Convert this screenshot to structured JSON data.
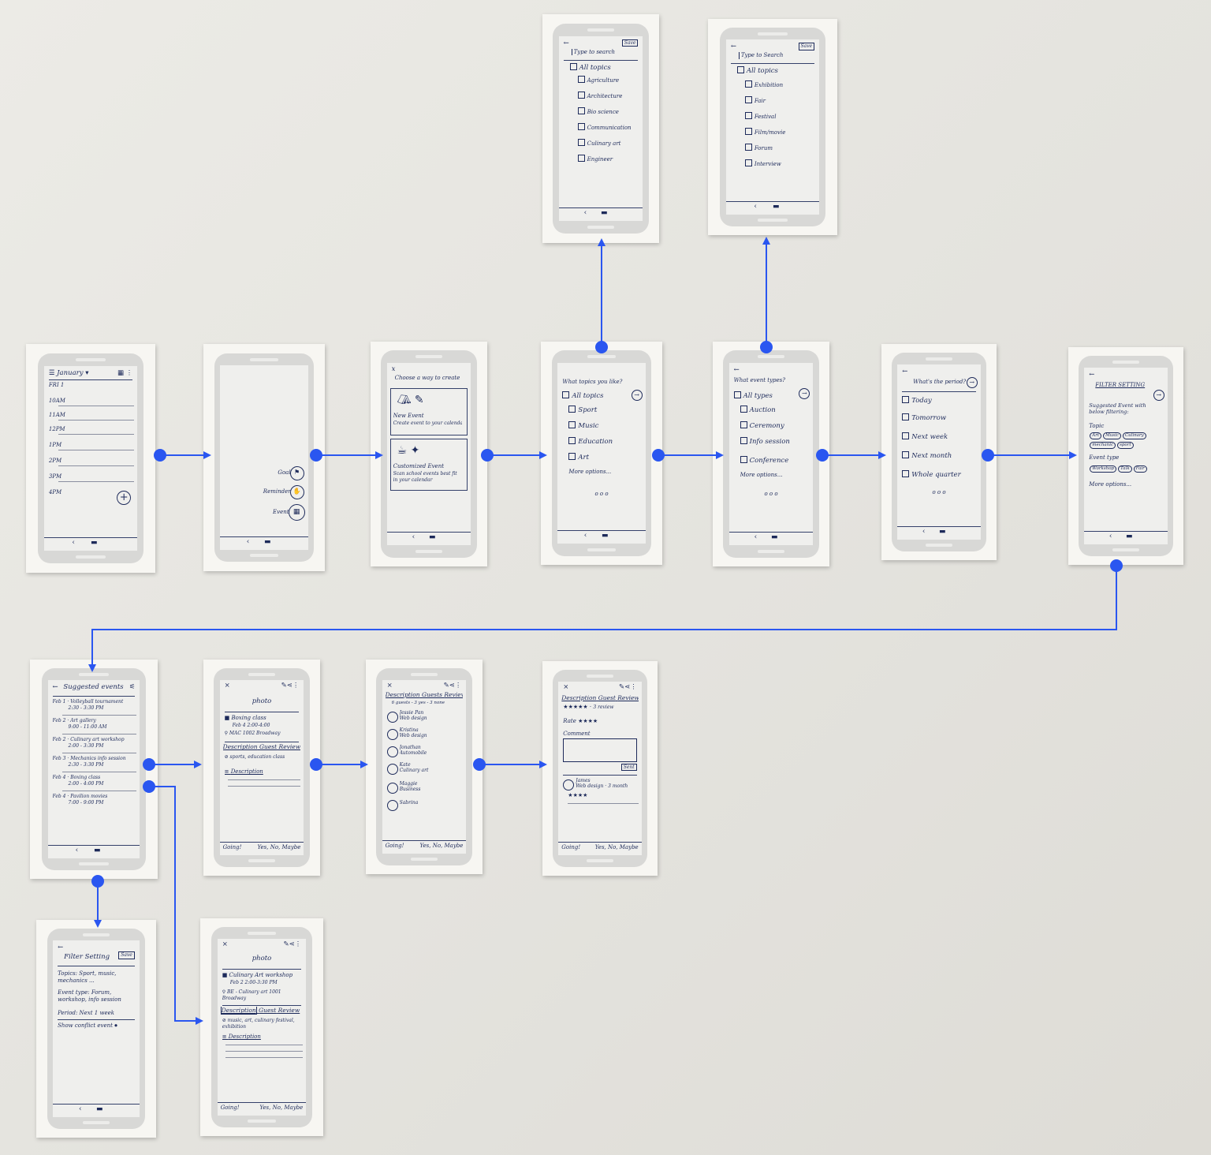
{
  "colors": {
    "flow_arrow": "#2a56f0",
    "ink": "#1d2a5a",
    "paper": "#f7f6f2",
    "phone": "#d8d8d6",
    "wall": "#e6e5e0"
  },
  "screens": {
    "s1_calendar": {
      "month": "January",
      "dropdown_icon": "chevron-down-icon",
      "menu_icon": "hamburger-icon",
      "calendar_icon": "calendar-icon",
      "more_icon": "more-vertical-icon",
      "date_label": "FRI 1",
      "times": [
        "10AM",
        "11AM",
        "12PM",
        "1PM",
        "2PM",
        "3PM",
        "4PM"
      ],
      "fab_icon": "plus-icon",
      "back_icon": "chevron-left-icon"
    },
    "s2_create_menu": {
      "options": [
        {
          "label": "Goal",
          "icon": "flag-icon"
        },
        {
          "label": "Reminder",
          "icon": "hand-icon"
        },
        {
          "label": "Event",
          "icon": "calendar-event-icon"
        }
      ],
      "back_icon": "chevron-left-icon"
    },
    "s3_choose_way": {
      "close": "x",
      "title": "Choose a way to create",
      "card1_title": "New Event",
      "card1_desc": "Create event to your calendar",
      "card2_title": "Customized Event",
      "card2_desc": "Scan school events best fit in your calendar"
    },
    "s4_topics": {
      "title": "What topics you like?",
      "next_icon": "arrow-right-circle-icon",
      "options": [
        "All topics",
        "Sport",
        "Music",
        "Education",
        "Art"
      ],
      "more": "More options...",
      "pager": "o o o"
    },
    "s4b_topics_search": {
      "back_icon": "arrow-left-icon",
      "search_placeholder": "Type to search",
      "save": "Save",
      "options": [
        "All topics",
        "Agriculture",
        "Architecture",
        "Bio science",
        "Communication",
        "Culinary art",
        "Engineer"
      ]
    },
    "s5_event_types": {
      "title": "What event types?",
      "next_icon": "arrow-right-circle-icon",
      "options": [
        "All types",
        "Auction",
        "Ceremony",
        "Info session",
        "Conference"
      ],
      "more": "More options...",
      "pager": "o o o"
    },
    "s5b_types_search": {
      "back_icon": "arrow-left-icon",
      "search_placeholder": "Type to Search",
      "save": "Save",
      "options": [
        "All topics",
        "Exhibition",
        "Fair",
        "Festival",
        "Film/movie",
        "Forum",
        "Interview"
      ]
    },
    "s6_period": {
      "title": "What's the period?",
      "next_icon": "arrow-right-circle-icon",
      "options": [
        "Today",
        "Tomorrow",
        "Next week",
        "Next month",
        "Whole quarter"
      ],
      "pager": "o o o"
    },
    "s7_filter_setting": {
      "title": "FILTER SETTING",
      "intro": "Suggested Event with below filtering:",
      "topic_label": "Topic",
      "topic_pills": [
        "Art",
        "Music",
        "Culinary",
        "mechanic",
        "sport"
      ],
      "type_label": "Event type",
      "type_pills": [
        "Workshop",
        "Talk",
        "Fair"
      ],
      "more": "More options..."
    },
    "s8_suggested": {
      "title": "Suggested events",
      "filter_icon": "filter-icon",
      "events": [
        {
          "date": "Feb 1",
          "name": "Volleyball tournament",
          "time": "2:30 - 3:30 PM"
        },
        {
          "date": "Feb 2",
          "name": "Art gallery",
          "time": "9:00 - 11:00 AM"
        },
        {
          "date": "Feb 2",
          "name": "Culinary art workshop",
          "time": "2:00 - 3:30 PM"
        },
        {
          "date": "Feb 3",
          "name": "Mechanics info session",
          "time": "2:30 - 3:30 PM"
        },
        {
          "date": "Feb 4",
          "name": "Boxing class",
          "time": "2:00 - 4:00 PM"
        },
        {
          "date": "Feb 4",
          "name": "Pavilion movies",
          "time": "7:00 - 9:00 PM"
        }
      ]
    },
    "s8b_filter_setting": {
      "title": "Filter Setting",
      "save": "Save",
      "topics": "Topics: Sport, music, mechanics ...",
      "event_type": "Event type: Forum, workshop, info session",
      "period": "Period: Next 1 week",
      "conflict": "Show conflict event",
      "toggle_icon": "toggle-icon"
    },
    "s9_event_detail": {
      "photo": "photo",
      "name": "Boxing class",
      "time": "Feb 4 2:00-4:00",
      "place": "MAC 1002 Broadway",
      "tabs": [
        "Description",
        "Guest",
        "Review"
      ],
      "tags": "sports, education class",
      "desc_label": "Description",
      "going": "Going!",
      "rsvp": "Yes, No, Maybe"
    },
    "s10_guests": {
      "tabs": [
        "Description",
        "Guests",
        "Review"
      ],
      "count": "6 guests - 3 yes - 3 none",
      "guests": [
        {
          "name": "Jessie Pan",
          "role": "Web design"
        },
        {
          "name": "Kristina",
          "role": "Web design"
        },
        {
          "name": "Jonathan",
          "role": "Automobile"
        },
        {
          "name": "Kate",
          "role": "Culinary art"
        },
        {
          "name": "Maggie",
          "role": "Business"
        },
        {
          "name": "Sabrina",
          "role": ""
        }
      ],
      "going": "Going!",
      "rsvp": "Yes, No, Maybe"
    },
    "s11_review": {
      "tabs": [
        "Description",
        "Guest",
        "Review"
      ],
      "stars": "★★★★★",
      "review_count": "3 review",
      "rate_label": "Rate",
      "rate_stars": "★★★★",
      "comment_label": "Comment",
      "sent": "Sent",
      "reviewer": "James",
      "reviewer_role": "Web design",
      "reviewer_time": "3 month",
      "reviewer_stars": "★★★★",
      "going": "Going!",
      "rsvp": "Yes, No, Maybe"
    },
    "s12_culinary_detail": {
      "photo": "photo",
      "name": "Culinary Art workshop",
      "time": "Feb 2 2:00-3:30 PM",
      "place": "BE - Culinary art 1001 Broadway",
      "tabs": [
        "Description",
        "Guest",
        "Review"
      ],
      "tags": "music, art, culinary festival, exhibition",
      "desc_label": "Description",
      "going": "Going!",
      "rsvp": "Yes, No, Maybe"
    }
  }
}
